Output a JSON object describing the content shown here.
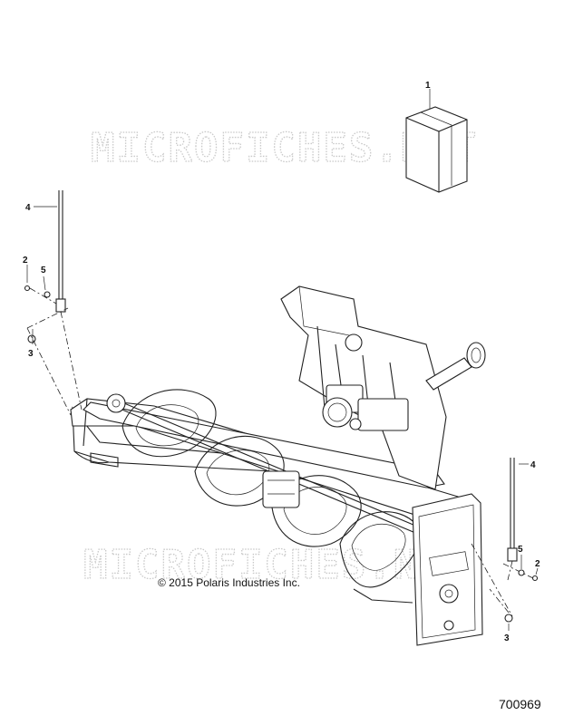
{
  "diagram": {
    "callouts": {
      "c1": "1",
      "c2a": "2",
      "c2b": "2",
      "c3a": "3",
      "c3b": "3",
      "c4a": "4",
      "c4b": "4",
      "c5a": "5",
      "c5b": "5"
    },
    "watermark": "MICROFICHES.NET",
    "copyright": "© 2015 Polaris Industries Inc.",
    "figure_number": "700969"
  }
}
